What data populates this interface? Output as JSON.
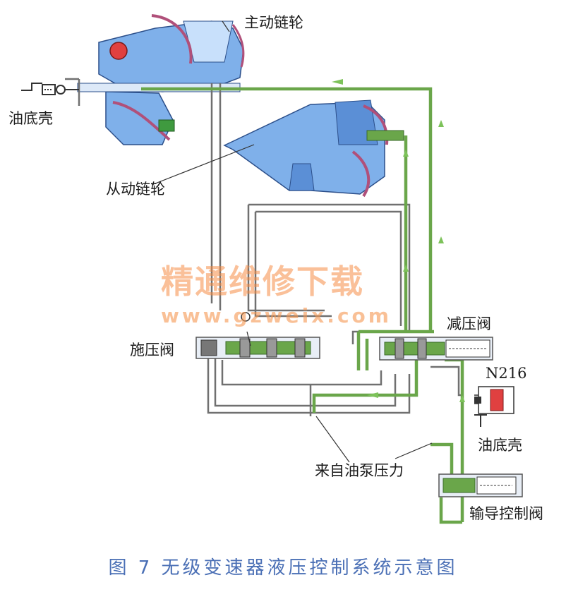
{
  "labels": {
    "drive_pulley": "主动链轮",
    "oil_sump_left": "油底壳",
    "driven_pulley": "从动链轮",
    "pressure_reducing_valve": "减压阀",
    "clamping_valve": "施压阀",
    "solenoid": "N216",
    "oil_sump_right": "油底壳",
    "from_pump_pressure": "来自油泵压力",
    "pilot_control_valve": "输导控制阀"
  },
  "watermark": {
    "line1": "精通维修下载",
    "line2": "www.gzweix.com"
  },
  "caption": "图 7   无级变速器液压控制系统示意图",
  "colors": {
    "oil_green": "#6aa64a",
    "blue": "#5b8fd6",
    "magenta": "#b0507a",
    "caption_blue": "#4a6fb5",
    "watermark_orange": "#f58c46"
  }
}
